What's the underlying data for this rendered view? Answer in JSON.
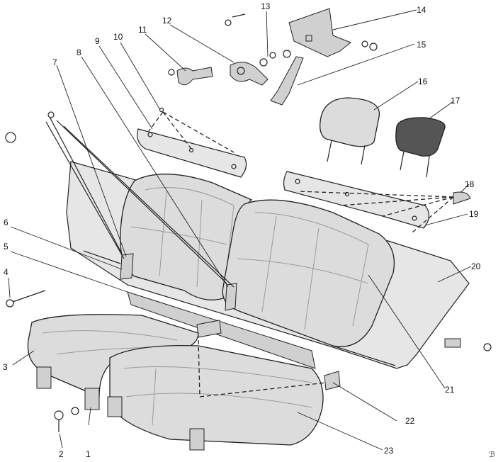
{
  "callouts": [
    {
      "id": "1",
      "label": "1"
    },
    {
      "id": "2",
      "label": "2"
    },
    {
      "id": "3",
      "label": "3"
    },
    {
      "id": "4",
      "label": "4"
    },
    {
      "id": "5",
      "label": "5"
    },
    {
      "id": "6",
      "label": "6"
    },
    {
      "id": "7",
      "label": "7"
    },
    {
      "id": "8",
      "label": "8"
    },
    {
      "id": "9",
      "label": "9"
    },
    {
      "id": "10",
      "label": "10"
    },
    {
      "id": "11",
      "label": "11"
    },
    {
      "id": "12",
      "label": "12"
    },
    {
      "id": "13",
      "label": "13"
    },
    {
      "id": "14",
      "label": "14"
    },
    {
      "id": "15",
      "label": "15"
    },
    {
      "id": "16",
      "label": "16"
    },
    {
      "id": "17",
      "label": "17"
    },
    {
      "id": "18",
      "label": "18"
    },
    {
      "id": "19",
      "label": "19"
    },
    {
      "id": "20",
      "label": "20"
    },
    {
      "id": "21",
      "label": "21"
    },
    {
      "id": "22",
      "label": "22"
    },
    {
      "id": "23",
      "label": "23"
    }
  ],
  "corner_mark": "ℬ"
}
